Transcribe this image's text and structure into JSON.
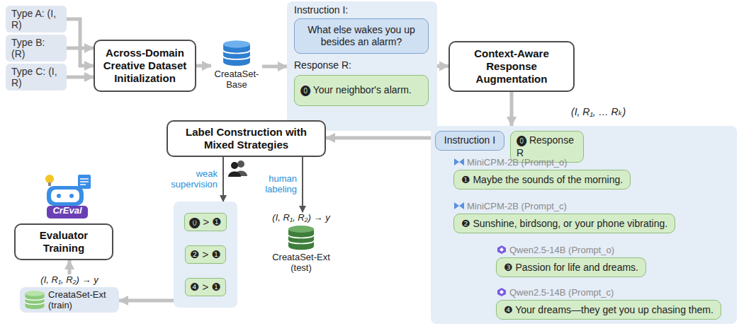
{
  "diagram": {
    "nodes": [
      {
        "text": [
          "Type A: (I, R)"
        ]
      },
      {
        "text": [
          "Type B: (R)"
        ]
      },
      {
        "text": [
          "Type C: (I, R)"
        ]
      },
      {
        "text": [
          "Across-Domain Creative Dataset Initialization"
        ]
      },
      {
        "text": [
          "CreataSet-Base"
        ]
      },
      {
        "text": [
          "Instruction I:",
          "Response R:"
        ]
      },
      {
        "text": [
          "What else wakes you up besides an alarm?"
        ],
        "in": 5
      },
      {
        "text": [
          "⓿ Your neighbor's alarm."
        ],
        "in": 5
      },
      {
        "text": [
          "Context-Aware Response Augmentation"
        ]
      },
      {
        "text": []
      },
      {
        "text": [
          "Instruction I"
        ],
        "in": 9
      },
      {
        "text": [
          "⓿ Response R"
        ],
        "in": 9
      },
      {
        "text": [
          "MiniCPM-2B (Prompt_o)",
          "❶ Maybe the sounds of the morning."
        ],
        "in": 9
      },
      {
        "text": [
          "MiniCPM-2B (Prompt_c)",
          "❷ Sunshine, birdsong, or your phone vibrating."
        ],
        "in": 9
      },
      {
        "text": [
          "Qwen2.5-14B (Prompt_o)",
          "❸ Passion for life and dreams."
        ],
        "in": 9
      },
      {
        "text": [
          "Qwen2.5-14B (Prompt_c)",
          "❹ Your dreams—they get you up chasing them."
        ],
        "in": 9
      },
      {
        "text": [
          "Label Construction with Mixed Strategies"
        ]
      },
      {
        "text": [
          "⓿ > ❶",
          "❷ > ❶",
          "❹ > ❶"
        ]
      },
      {
        "text": [
          "(I, R₁, R₂) → y",
          "CreataSet-Ext (test)"
        ]
      },
      {
        "text": [
          "(I, R₁, R₂) → y",
          "CreataSet-Ext (train)"
        ]
      },
      {
        "text": [
          "Evaluator Training"
        ]
      },
      {
        "text": [
          "CrEval"
        ]
      }
    ],
    "edges": [
      {
        "from": 0,
        "to": 3,
        "arrow": "to"
      },
      {
        "from": 1,
        "to": 3,
        "arrow": "to"
      },
      {
        "from": 2,
        "to": 3,
        "arrow": "to"
      },
      {
        "from": 3,
        "to": 4,
        "arrow": "to"
      },
      {
        "from": 4,
        "to": 5,
        "arrow": "to"
      },
      {
        "from": 5,
        "to": 8,
        "arrow": "to"
      },
      {
        "from": 8,
        "to": 9,
        "arrow": "to"
      },
      {
        "from": 9,
        "to": 16,
        "arrow": "to"
      },
      {
        "from": 16,
        "to": 17,
        "label": "weak supervision",
        "arrow": "to"
      },
      {
        "from": 16,
        "to": 18,
        "label": "human labeling",
        "arrow": "to"
      },
      {
        "from": 17,
        "to": 19,
        "arrow": "to"
      },
      {
        "from": 19,
        "to": 20,
        "arrow": "to"
      }
    ],
    "labels": [
      "(I, R₁, … Rₖ)"
    ]
  }
}
